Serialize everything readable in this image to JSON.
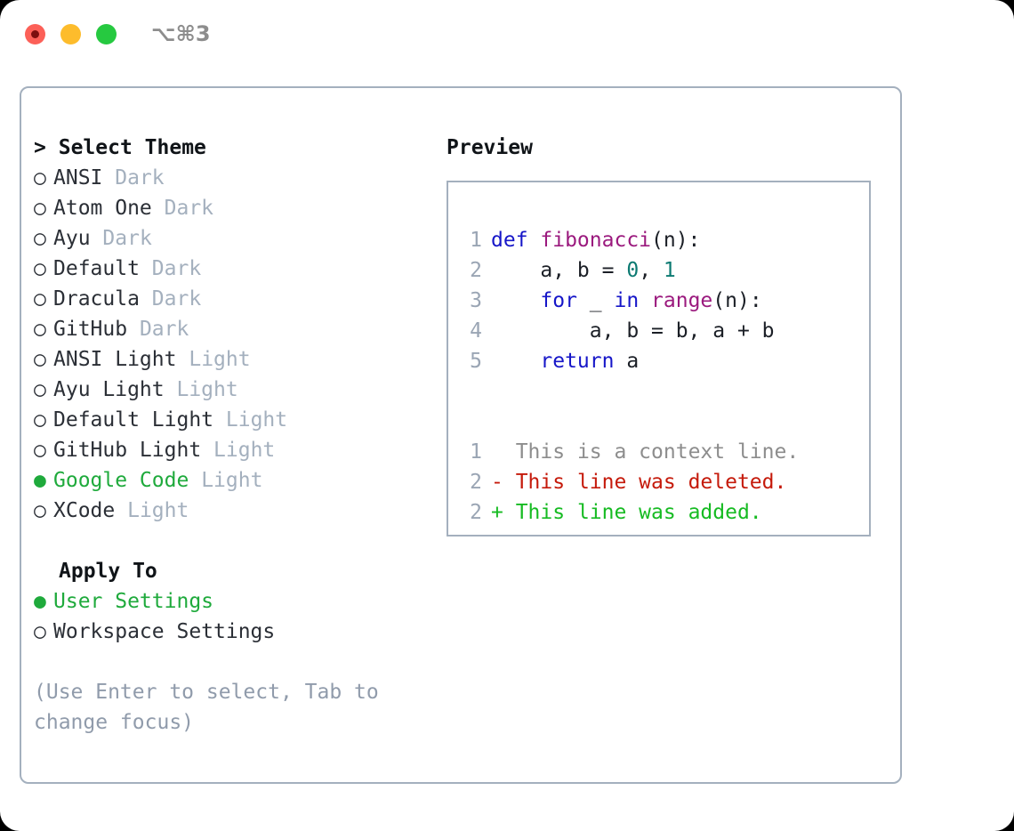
{
  "titlebar": {
    "shortcut": "⌥⌘3",
    "buttons": {
      "close": "close",
      "minimize": "minimize",
      "maximize": "maximize"
    }
  },
  "theme_section": {
    "prompt": ">",
    "header": "Select Theme",
    "items": [
      {
        "bullet": "○",
        "name": "ANSI",
        "variant": "Dark",
        "selected": false
      },
      {
        "bullet": "○",
        "name": "Atom One",
        "variant": "Dark",
        "selected": false
      },
      {
        "bullet": "○",
        "name": "Ayu",
        "variant": "Dark",
        "selected": false
      },
      {
        "bullet": "○",
        "name": "Default",
        "variant": "Dark",
        "selected": false
      },
      {
        "bullet": "○",
        "name": "Dracula",
        "variant": "Dark",
        "selected": false
      },
      {
        "bullet": "○",
        "name": "GitHub",
        "variant": "Dark",
        "selected": false
      },
      {
        "bullet": "○",
        "name": "ANSI Light",
        "variant": "Light",
        "selected": false
      },
      {
        "bullet": "○",
        "name": "Ayu Light",
        "variant": "Light",
        "selected": false
      },
      {
        "bullet": "○",
        "name": "Default Light",
        "variant": "Light",
        "selected": false
      },
      {
        "bullet": "○",
        "name": "GitHub Light",
        "variant": "Light",
        "selected": false
      },
      {
        "bullet": "●",
        "name": "Google Code",
        "variant": "Light",
        "selected": true
      },
      {
        "bullet": "○",
        "name": "XCode",
        "variant": "Light",
        "selected": false
      }
    ]
  },
  "apply_section": {
    "header": "Apply To",
    "items": [
      {
        "bullet": "●",
        "name": "User Settings",
        "selected": true
      },
      {
        "bullet": "○",
        "name": "Workspace Settings",
        "selected": false
      }
    ]
  },
  "hint": "(Use Enter to select, Tab to change focus)",
  "preview": {
    "title": "Preview",
    "code_lines": [
      {
        "n": "1",
        "tokens": [
          {
            "t": "def ",
            "c": "kw"
          },
          {
            "t": "fibonacci",
            "c": "fn"
          },
          {
            "t": "(n):",
            "c": "pl"
          }
        ]
      },
      {
        "n": "2",
        "tokens": [
          {
            "t": "    a, b = ",
            "c": "pl"
          },
          {
            "t": "0",
            "c": "num"
          },
          {
            "t": ", ",
            "c": "pl"
          },
          {
            "t": "1",
            "c": "num"
          }
        ]
      },
      {
        "n": "3",
        "tokens": [
          {
            "t": "    ",
            "c": "pl"
          },
          {
            "t": "for",
            "c": "kw"
          },
          {
            "t": " _ ",
            "c": "pl"
          },
          {
            "t": "in",
            "c": "kw"
          },
          {
            "t": " ",
            "c": "pl"
          },
          {
            "t": "range",
            "c": "fn"
          },
          {
            "t": "(n):",
            "c": "pl"
          }
        ]
      },
      {
        "n": "4",
        "tokens": [
          {
            "t": "        a, b = b, a + b",
            "c": "pl"
          }
        ]
      },
      {
        "n": "5",
        "tokens": [
          {
            "t": "    ",
            "c": "pl"
          },
          {
            "t": "return",
            "c": "kw"
          },
          {
            "t": " a",
            "c": "pl"
          }
        ]
      }
    ],
    "diff_lines": [
      {
        "n": "1",
        "marker": " ",
        "text": " This is a context line.",
        "kind": "diff-ctx"
      },
      {
        "n": "2",
        "marker": "-",
        "text": " This line was deleted.",
        "kind": "diff-del"
      },
      {
        "n": "2",
        "marker": "+",
        "text": " This line was added.",
        "kind": "diff-add"
      }
    ]
  },
  "colors": {
    "accent_green": "#1faa3c",
    "panel_border": "#a4b0be",
    "muted_text": "#a4b0be",
    "hint_text": "#909bab",
    "keyword": "#1616c8",
    "function": "#9b1a7e",
    "number": "#0c7a72",
    "diff_deleted": "#c51a0b",
    "diff_added": "#16bb22",
    "traffic_close": "#fc6058",
    "traffic_minimize": "#fdbc2c",
    "traffic_maximize": "#26c940"
  }
}
